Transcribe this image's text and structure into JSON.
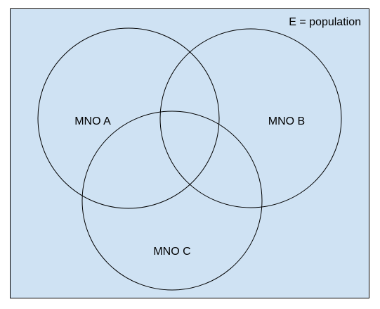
{
  "diagram": {
    "type": "venn",
    "universe_label": "E = population",
    "background_color": "#cfe2f3",
    "outline_color": "#000000",
    "sets": [
      {
        "label": "MNO A"
      },
      {
        "label": "MNO B"
      },
      {
        "label": "MNO C"
      }
    ]
  }
}
